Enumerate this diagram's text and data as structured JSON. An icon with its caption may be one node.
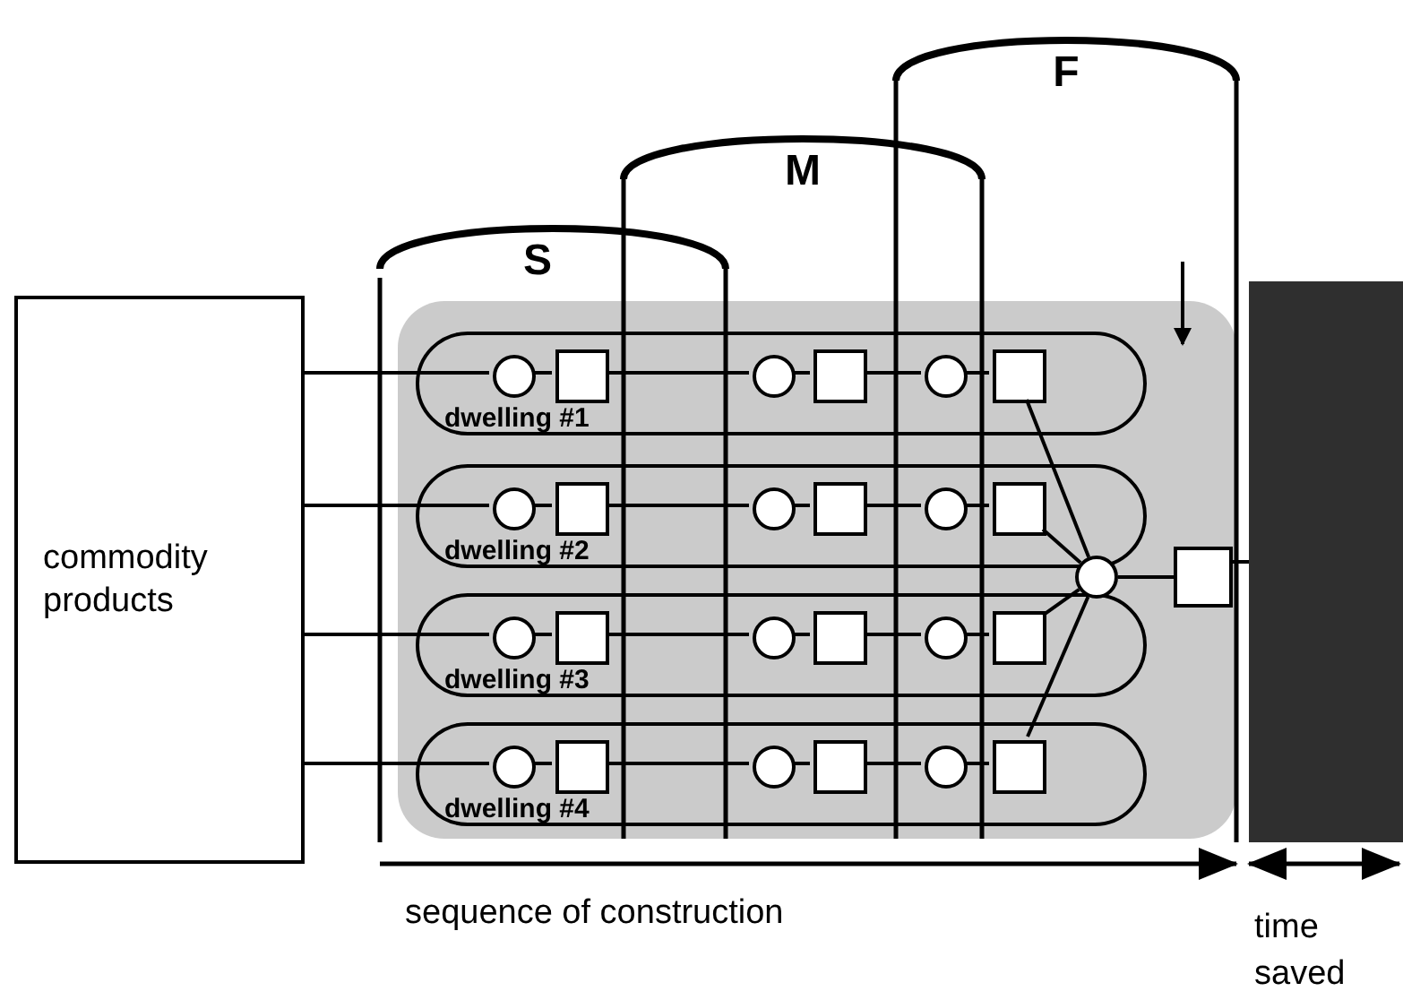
{
  "diagram": {
    "nodes": [
      {
        "text": [
          "commodity products"
        ]
      },
      {
        "text": [],
        "shape": "box"
      },
      {
        "text": [
          "dwelling #1"
        ],
        "in": 1
      },
      {
        "text": [
          "dwelling #2"
        ],
        "in": 1
      },
      {
        "text": [
          "dwelling #3"
        ],
        "in": 1
      },
      {
        "text": [
          "dwelling #4"
        ],
        "in": 1
      },
      {
        "text": [],
        "shape": "circle",
        "in": 2
      },
      {
        "text": [],
        "shape": "box",
        "in": 2
      },
      {
        "text": [],
        "shape": "circle",
        "in": 2
      },
      {
        "text": [],
        "shape": "box",
        "in": 2
      },
      {
        "text": [],
        "shape": "circle",
        "in": 2
      },
      {
        "text": [],
        "shape": "box",
        "in": 2
      },
      {
        "text": [],
        "shape": "circle",
        "in": 3
      },
      {
        "text": [],
        "shape": "box",
        "in": 3
      },
      {
        "text": [],
        "shape": "circle",
        "in": 3
      },
      {
        "text": [],
        "shape": "box",
        "in": 3
      },
      {
        "text": [],
        "shape": "circle",
        "in": 3
      },
      {
        "text": [],
        "shape": "box",
        "in": 3
      },
      {
        "text": [],
        "shape": "circle",
        "in": 4
      },
      {
        "text": [],
        "shape": "box",
        "in": 4
      },
      {
        "text": [],
        "shape": "circle",
        "in": 4
      },
      {
        "text": [],
        "shape": "box",
        "in": 4
      },
      {
        "text": [],
        "shape": "circle",
        "in": 4
      },
      {
        "text": [],
        "shape": "box",
        "in": 4
      },
      {
        "text": [],
        "shape": "circle",
        "in": 5
      },
      {
        "text": [],
        "shape": "box",
        "in": 5
      },
      {
        "text": [],
        "shape": "circle",
        "in": 5
      },
      {
        "text": [],
        "shape": "box",
        "in": 5
      },
      {
        "text": [],
        "shape": "circle",
        "in": 5
      },
      {
        "text": [],
        "shape": "box",
        "in": 5
      },
      {
        "text": [],
        "shape": "circle",
        "in": 1
      },
      {
        "text": [],
        "shape": "box",
        "in": 1
      },
      {
        "text": [],
        "shape": "bar"
      }
    ],
    "edges": [
      {
        "from": 0,
        "to": 6,
        "arrow": "none"
      },
      {
        "from": 6,
        "to": 7,
        "arrow": "none"
      },
      {
        "from": 7,
        "to": 8,
        "arrow": "none"
      },
      {
        "from": 8,
        "to": 9,
        "arrow": "none"
      },
      {
        "from": 9,
        "to": 10,
        "arrow": "none"
      },
      {
        "from": 10,
        "to": 11,
        "arrow": "none"
      },
      {
        "from": 11,
        "to": 30,
        "arrow": "none"
      },
      {
        "from": 0,
        "to": 12,
        "arrow": "none"
      },
      {
        "from": 12,
        "to": 13,
        "arrow": "none"
      },
      {
        "from": 13,
        "to": 14,
        "arrow": "none"
      },
      {
        "from": 14,
        "to": 15,
        "arrow": "none"
      },
      {
        "from": 15,
        "to": 16,
        "arrow": "none"
      },
      {
        "from": 16,
        "to": 17,
        "arrow": "none"
      },
      {
        "from": 17,
        "to": 30,
        "arrow": "none"
      },
      {
        "from": 0,
        "to": 18,
        "arrow": "none"
      },
      {
        "from": 18,
        "to": 19,
        "arrow": "none"
      },
      {
        "from": 19,
        "to": 20,
        "arrow": "none"
      },
      {
        "from": 20,
        "to": 21,
        "arrow": "none"
      },
      {
        "from": 21,
        "to": 22,
        "arrow": "none"
      },
      {
        "from": 22,
        "to": 23,
        "arrow": "none"
      },
      {
        "from": 23,
        "to": 30,
        "arrow": "none"
      },
      {
        "from": 0,
        "to": 24,
        "arrow": "none"
      },
      {
        "from": 24,
        "to": 25,
        "arrow": "none"
      },
      {
        "from": 25,
        "to": 26,
        "arrow": "none"
      },
      {
        "from": 26,
        "to": 27,
        "arrow": "none"
      },
      {
        "from": 27,
        "to": 28,
        "arrow": "none"
      },
      {
        "from": 28,
        "to": 29,
        "arrow": "none"
      },
      {
        "from": 29,
        "to": 30,
        "arrow": "none"
      },
      {
        "from": 30,
        "to": 31,
        "arrow": "none"
      },
      {
        "from": 31,
        "to": 32,
        "arrow": "none"
      },
      {
        "from": null,
        "to": 1,
        "arrow": "to"
      }
    ],
    "labels": [
      "S",
      "M",
      "F",
      "sequence of construction",
      "time saved"
    ]
  }
}
